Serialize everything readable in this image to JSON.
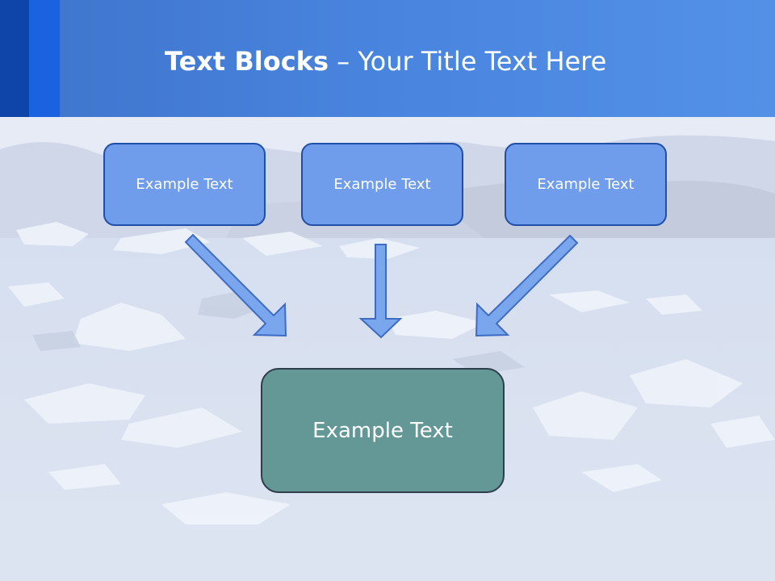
{
  "title": {
    "bold": "Text Blocks",
    "separator": " – ",
    "rest": "Your Title Text Here"
  },
  "diagram": {
    "top_blocks": [
      {
        "label": "Example Text"
      },
      {
        "label": "Example Text"
      },
      {
        "label": "Example Text"
      }
    ],
    "bottom_block": {
      "label": "Example Text"
    }
  },
  "colors": {
    "header": "#4a86e0",
    "header_stripe_dark": "#0f44a8",
    "header_stripe_mid": "#1a62e0",
    "top_block_fill": "#6f9ceb",
    "top_block_border": "#1f4fa8",
    "bottom_block_fill": "#649896",
    "bottom_block_border": "#2e3d4a",
    "arrow_fill": "#7aa6ee",
    "arrow_border": "#3e6cc4"
  }
}
